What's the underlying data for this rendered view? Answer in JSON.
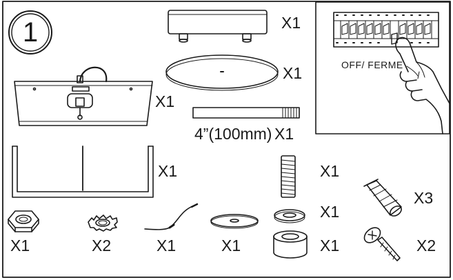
{
  "step_number": "1",
  "switch_label": "OFF/ FERME",
  "parts": [
    {
      "icon": "canopy-cap-icon",
      "qty": "X1"
    },
    {
      "icon": "round-plate-icon",
      "qty": "X1"
    },
    {
      "icon": "fixture-body-icon",
      "qty": "X1"
    },
    {
      "icon": "threaded-rod-icon",
      "length": "4”(100mm)",
      "qty": "X1"
    },
    {
      "icon": "frame-bracket-icon",
      "qty": "X1"
    },
    {
      "icon": "threaded-nipple-icon",
      "qty": "X1"
    },
    {
      "icon": "wire-nut-icon",
      "qty": "X3"
    },
    {
      "icon": "hex-nut-icon",
      "qty": "X1"
    },
    {
      "icon": "lock-washer-icon",
      "qty": "X2"
    },
    {
      "icon": "ground-wire-icon",
      "qty": "X1"
    },
    {
      "icon": "flat-washer-icon",
      "qty": "X1"
    },
    {
      "icon": "small-washer-icon",
      "qty": "X1"
    },
    {
      "icon": "spacer-ring-icon",
      "qty": "X1"
    },
    {
      "icon": "screw-icon",
      "qty": "X2"
    }
  ],
  "colors": {
    "line": "#1a1a1a",
    "background": "#ffffff"
  }
}
